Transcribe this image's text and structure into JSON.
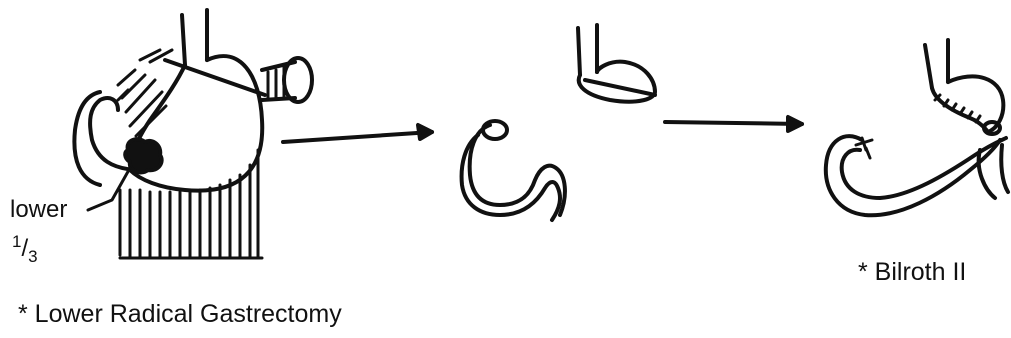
{
  "labels": {
    "lower": "lower",
    "fraction_num": "1",
    "fraction_sep": "/",
    "fraction_den": "3",
    "left_caption": "* Lower Radical Gastrectomy",
    "right_caption": "* Bilroth II"
  },
  "colors": {
    "ink": "#111111",
    "background": "#ffffff"
  }
}
